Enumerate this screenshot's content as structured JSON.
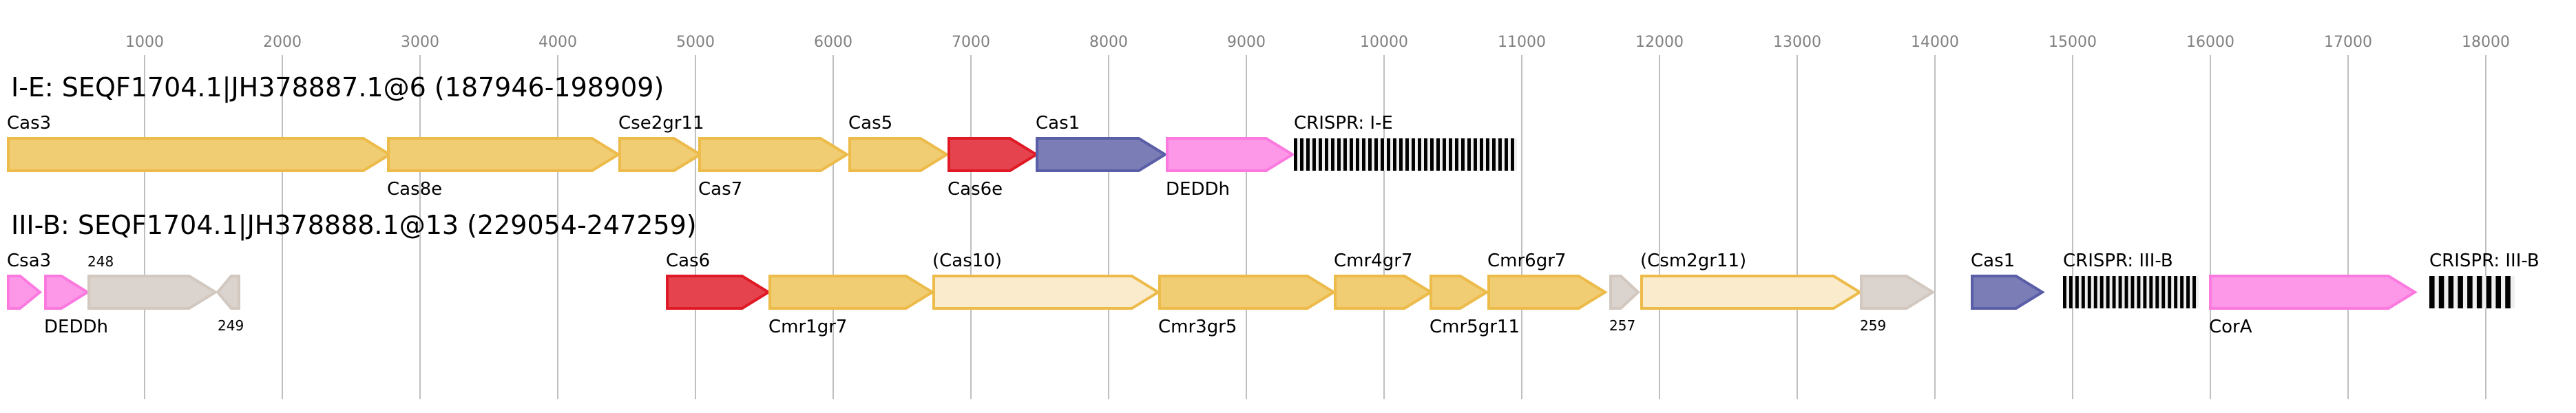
{
  "axis": {
    "ticks": [
      1000,
      2000,
      3000,
      4000,
      5000,
      6000,
      7000,
      8000,
      9000,
      10000,
      11000,
      12000,
      13000,
      14000,
      15000,
      16000,
      17000,
      18000
    ],
    "tick_labels": [
      "1000",
      "2000",
      "3000",
      "4000",
      "5000",
      "6000",
      "7000",
      "8000",
      "9000",
      "10000",
      "11000",
      "12000",
      "13000",
      "14000",
      "15000",
      "16000",
      "17000",
      "18000"
    ]
  },
  "colors": {
    "yellow_fill": "#f0cc72",
    "yellow_stroke": "#ecbb4a",
    "light_yellow_fill": "#f9ebcb",
    "light_yellow_stroke": "#ecbb4a",
    "red_fill": "#e5444f",
    "red_stroke": "#df1a26",
    "blue_fill": "#7b7db6",
    "blue_stroke": "#5a5ea6",
    "pink_fill": "#fd98e8",
    "pink_stroke": "#fc7ae0",
    "grey_fill": "#dbd3cd",
    "grey_stroke": "#d2c8bf",
    "grid": "#bfbfbf",
    "crispr_dark": "#000000",
    "crispr_light": "#efefef"
  },
  "tracks": [
    {
      "title": "I-E: SEQF1704.1|JH378887.1@6 (187946-198909)",
      "features": [
        {
          "type": "gene",
          "label": "Cas3",
          "start": 0,
          "end": 2780,
          "strand": "+",
          "color": "yellow",
          "label_pos": "above"
        },
        {
          "type": "gene",
          "label": "Cas8e",
          "start": 2760,
          "end": 4440,
          "strand": "+",
          "color": "yellow",
          "label_pos": "below"
        },
        {
          "type": "gene",
          "label": "Cse2gr11",
          "start": 4440,
          "end": 5035,
          "strand": "+",
          "color": "yellow",
          "label_pos": "above"
        },
        {
          "type": "gene",
          "label": "Cas7",
          "start": 5020,
          "end": 6100,
          "strand": "+",
          "color": "yellow",
          "label_pos": "below"
        },
        {
          "type": "gene",
          "label": "Cas5",
          "start": 6110,
          "end": 6825,
          "strand": "+",
          "color": "yellow",
          "label_pos": "above"
        },
        {
          "type": "gene",
          "label": "Cas6e",
          "start": 6830,
          "end": 7475,
          "strand": "+",
          "color": "red",
          "label_pos": "below"
        },
        {
          "type": "gene",
          "label": "Cas1",
          "start": 7470,
          "end": 8410,
          "strand": "+",
          "color": "blue",
          "label_pos": "above"
        },
        {
          "type": "gene",
          "label": "DEDDh",
          "start": 8415,
          "end": 9335,
          "strand": "+",
          "color": "pink",
          "label_pos": "below"
        },
        {
          "type": "crispr",
          "label": "CRISPR: I-E",
          "start": 9345,
          "end": 10965,
          "repeats": 36,
          "label_pos": "above"
        }
      ]
    },
    {
      "title": "III-B: SEQF1704.1|JH378888.1@13 (229054-247259)",
      "features": [
        {
          "type": "gene",
          "label": "Csa3",
          "start": 0,
          "end": 240,
          "strand": "+",
          "color": "pink",
          "label_pos": "above"
        },
        {
          "type": "gene",
          "label": "DEDDh",
          "start": 270,
          "end": 585,
          "strand": "+",
          "color": "pink",
          "label_pos": "below"
        },
        {
          "type": "gene",
          "label": "248",
          "start": 585,
          "end": 1515,
          "strand": "+",
          "color": "grey",
          "label_pos": "above",
          "small": true
        },
        {
          "type": "gene",
          "label": "249",
          "start": 1530,
          "end": 1695,
          "strand": "-",
          "color": "grey",
          "label_pos": "below",
          "small": true
        },
        {
          "type": "gene",
          "label": "Cas6",
          "start": 4785,
          "end": 5530,
          "strand": "+",
          "color": "red",
          "label_pos": "above"
        },
        {
          "type": "gene",
          "label": "Cmr1gr7",
          "start": 5530,
          "end": 6720,
          "strand": "+",
          "color": "yellow",
          "label_pos": "below"
        },
        {
          "type": "gene",
          "label": "(Cas10)",
          "start": 6720,
          "end": 8360,
          "strand": "+",
          "color": "light_yellow",
          "label_pos": "above"
        },
        {
          "type": "gene",
          "label": "Cmr3gr5",
          "start": 8360,
          "end": 9635,
          "strand": "+",
          "color": "yellow",
          "label_pos": "below"
        },
        {
          "type": "gene",
          "label": "Cmr4gr7",
          "start": 9635,
          "end": 10340,
          "strand": "+",
          "color": "yellow",
          "label_pos": "above"
        },
        {
          "type": "gene",
          "label": "Cmr5gr11",
          "start": 10330,
          "end": 10745,
          "strand": "+",
          "color": "yellow",
          "label_pos": "below"
        },
        {
          "type": "gene",
          "label": "Cmr6gr7",
          "start": 10750,
          "end": 11605,
          "strand": "+",
          "color": "yellow",
          "label_pos": "above"
        },
        {
          "type": "gene",
          "label": "257",
          "start": 11635,
          "end": 11845,
          "strand": "+",
          "color": "grey",
          "label_pos": "below",
          "small": true
        },
        {
          "type": "gene",
          "label": "(Csm2gr11)",
          "start": 11860,
          "end": 13455,
          "strand": "+",
          "color": "light_yellow",
          "label_pos": "above"
        },
        {
          "type": "gene",
          "label": "259",
          "start": 13455,
          "end": 13985,
          "strand": "+",
          "color": "grey",
          "label_pos": "below",
          "small": true
        },
        {
          "type": "gene",
          "label": "Cas1",
          "start": 14260,
          "end": 14780,
          "strand": "+",
          "color": "blue",
          "label_pos": "above"
        },
        {
          "type": "crispr",
          "label": "CRISPR: III-B",
          "start": 14930,
          "end": 15915,
          "repeats": 22,
          "label_pos": "above"
        },
        {
          "type": "gene",
          "label": "CorA",
          "start": 15990,
          "end": 17485,
          "strand": "+",
          "color": "pink",
          "label_pos": "below"
        },
        {
          "type": "crispr",
          "label": "CRISPR: III-B",
          "start": 17590,
          "end": 18210,
          "repeats": 9,
          "label_pos": "above"
        }
      ]
    }
  ]
}
